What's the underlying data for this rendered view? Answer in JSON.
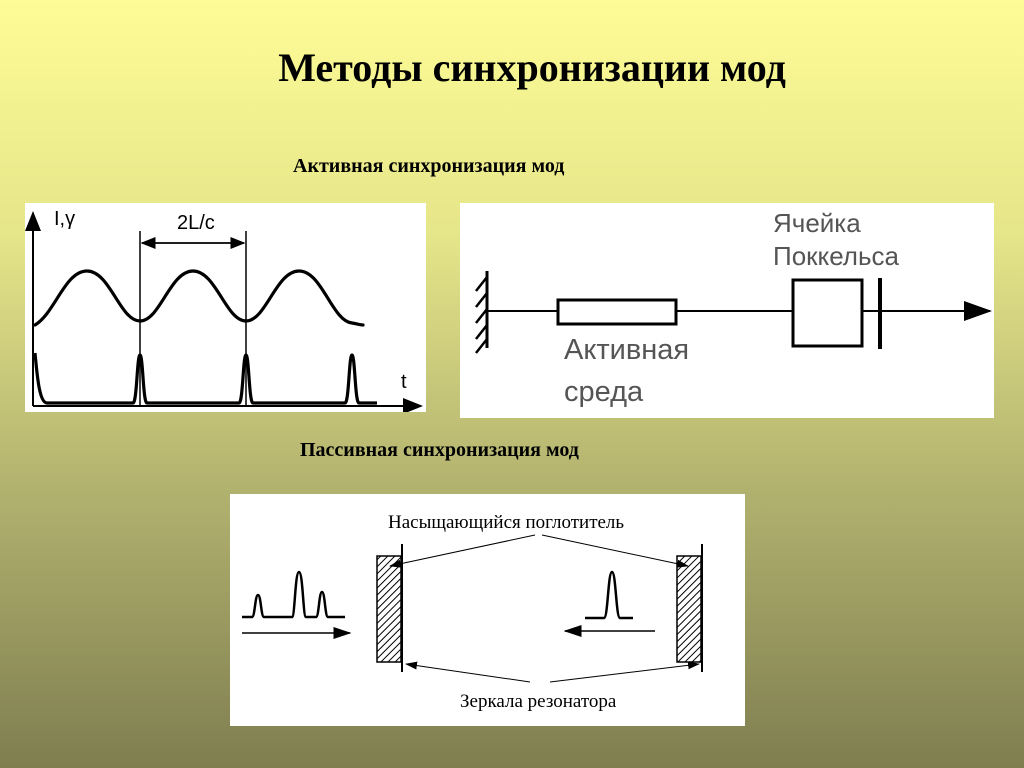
{
  "slide": {
    "title": "Методы синхронизации мод",
    "active_heading": "Активная синхронизация мод",
    "passive_heading": "Пассивная синхронизация мод"
  },
  "graph": {
    "y_label": "I,γ",
    "x_label": "t",
    "period_label": "2L/c"
  },
  "active_diagram": {
    "cell_label_line1": "Ячейка",
    "cell_label_line2": "Поккельса",
    "medium_label_line1": "Активная",
    "medium_label_line2": "среда"
  },
  "passive_diagram": {
    "absorber_label": "Насыщающийся поглотитель",
    "mirrors_label": "Зеркала резонатора"
  }
}
